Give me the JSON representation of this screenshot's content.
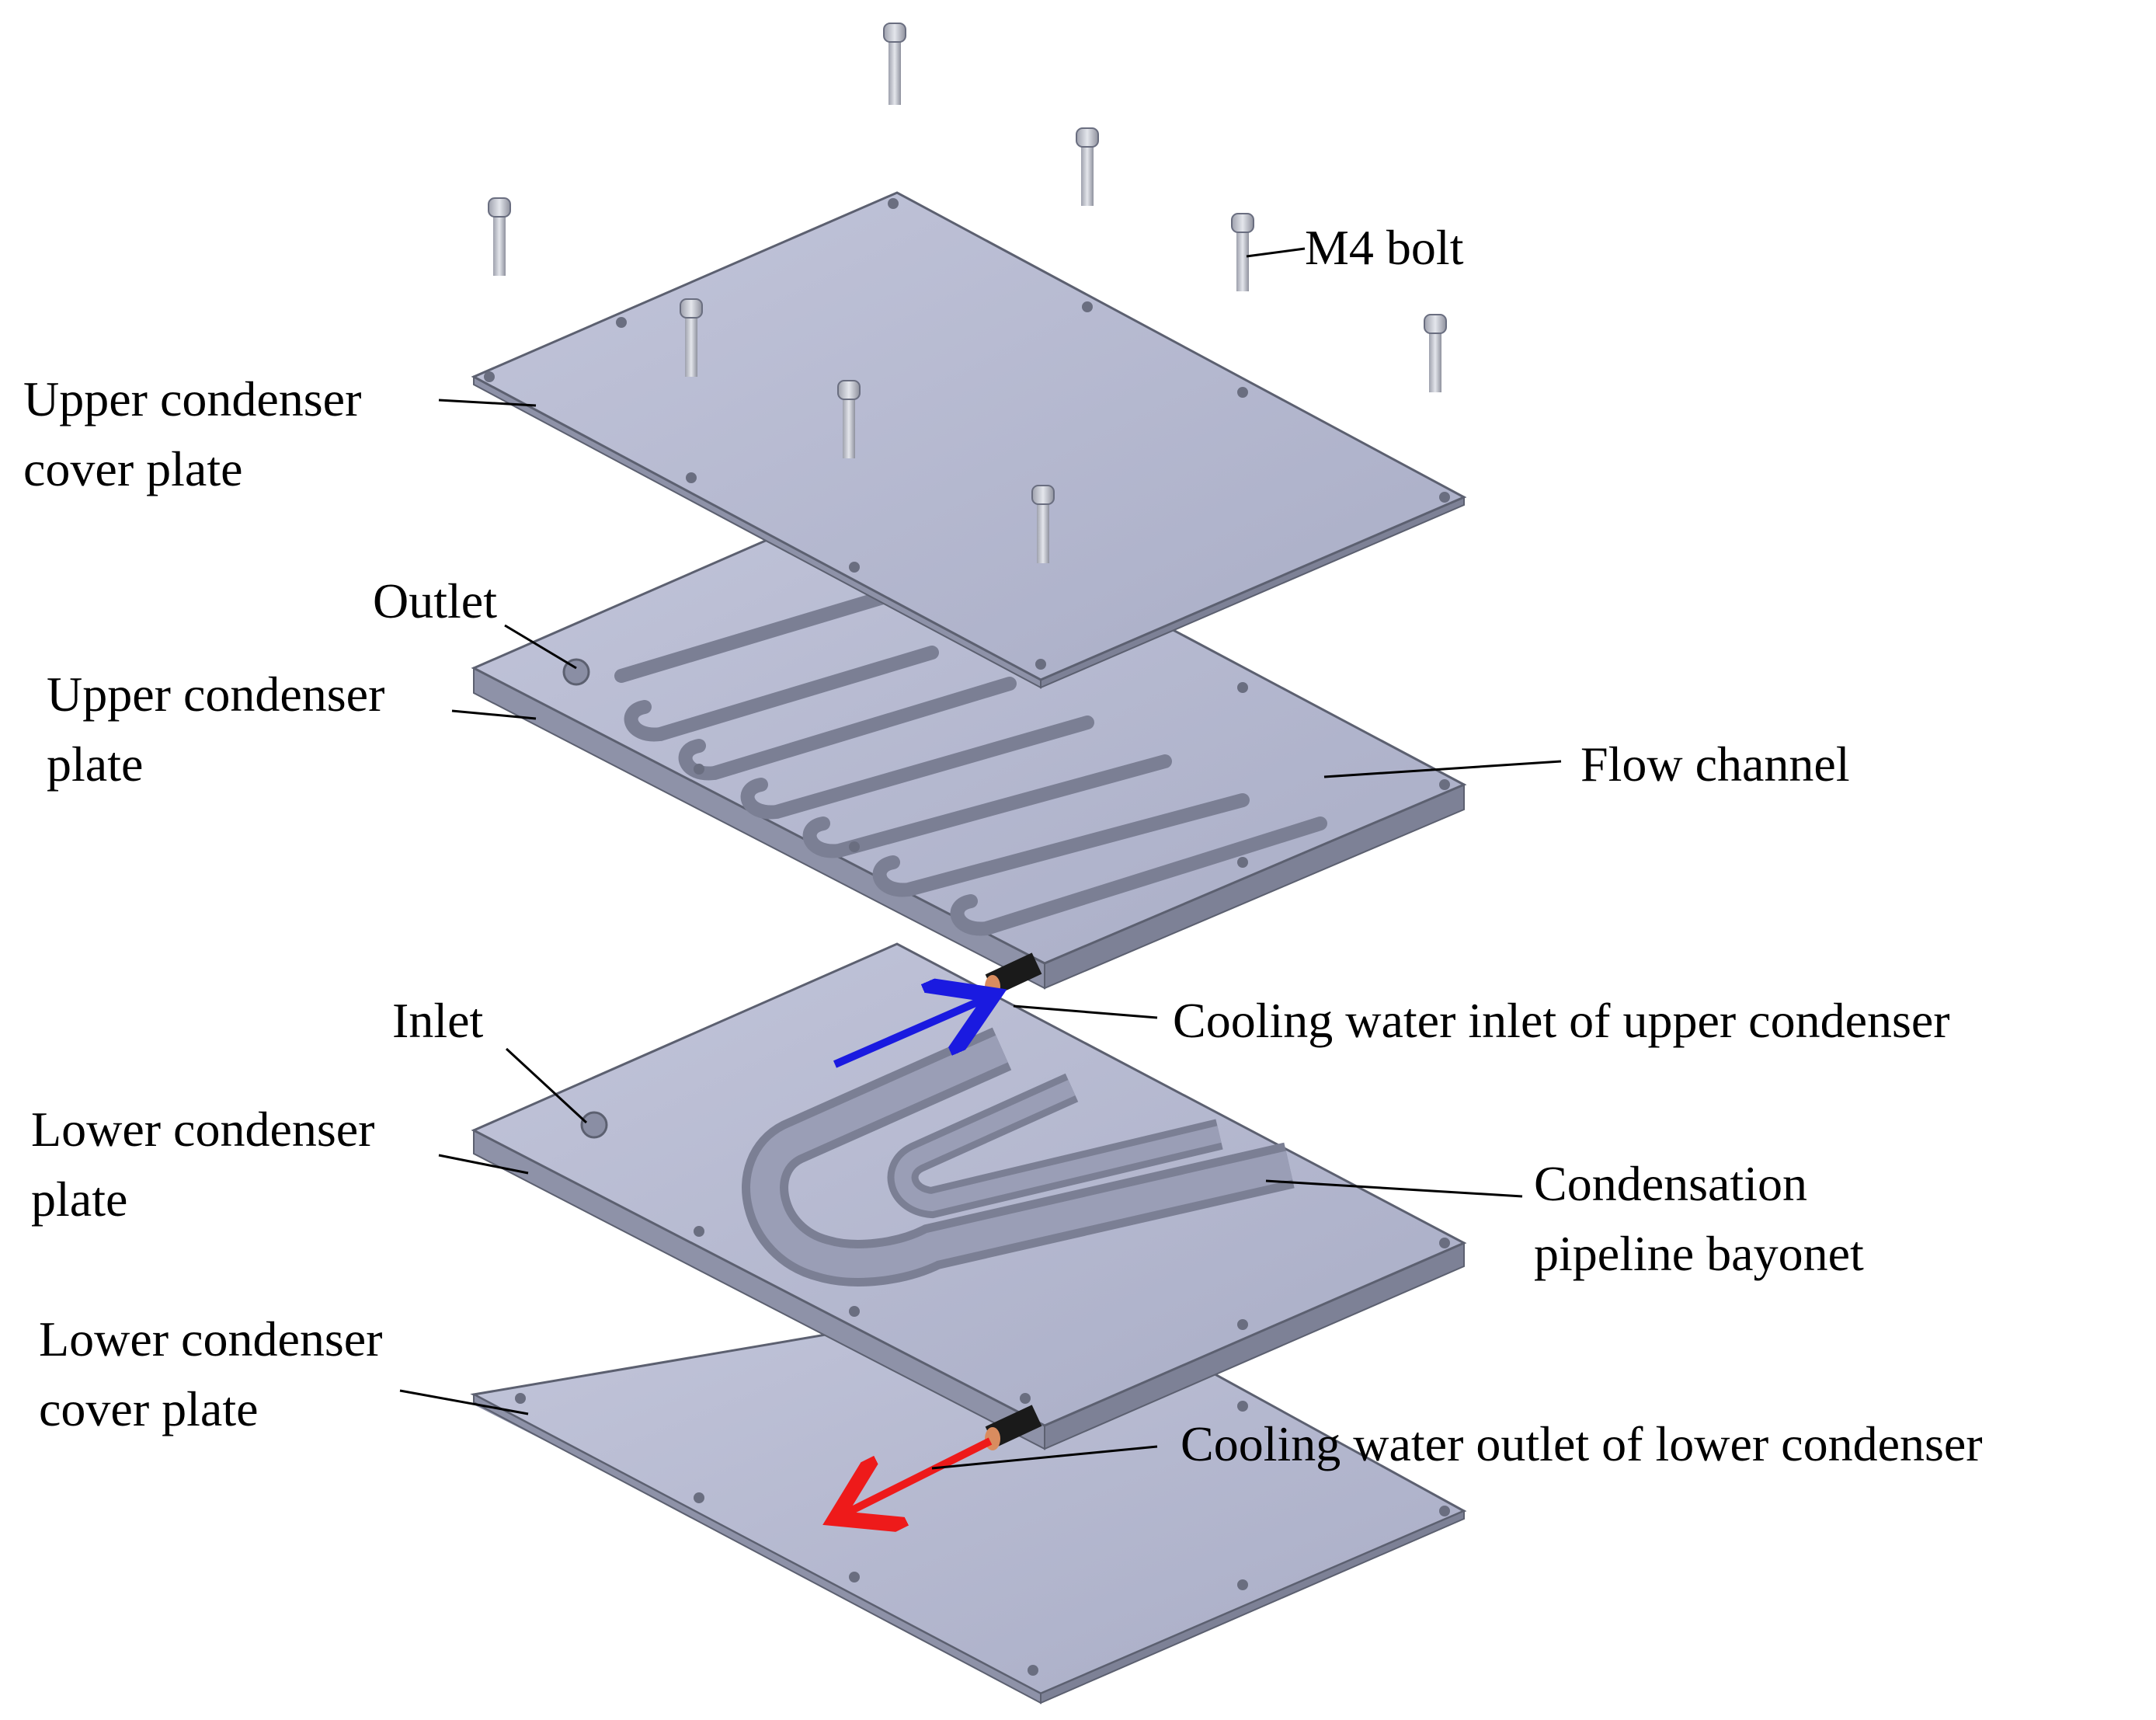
{
  "labels": {
    "m4_bolt": "M4 bolt",
    "upper_cover_line1": "Upper condenser",
    "upper_cover_line2": "cover plate",
    "outlet": "Outlet",
    "upper_plate_line1": "Upper condenser",
    "upper_plate_line2": "plate",
    "flow_channel": "Flow channel",
    "inlet": "Inlet",
    "cooling_inlet": "Cooling water inlet of upper condenser",
    "lower_plate_line1": "Lower condenser",
    "lower_plate_line2": "plate",
    "condensation_line1": "Condensation",
    "condensation_line2": "pipeline bayonet",
    "lower_cover_line1": "Lower condenser",
    "lower_cover_line2": "cover plate",
    "cooling_outlet": "Cooling water outlet of lower condenser"
  },
  "colors": {
    "plate_top": "#b4b8d0",
    "plate_side": "#8a8ea4",
    "plate_edge": "#5c6070",
    "bolt": "#c4c7d2",
    "inlet_arrow": "#1a1ae0",
    "outlet_arrow": "#ee1a1a",
    "copper": "#d98c5f"
  }
}
